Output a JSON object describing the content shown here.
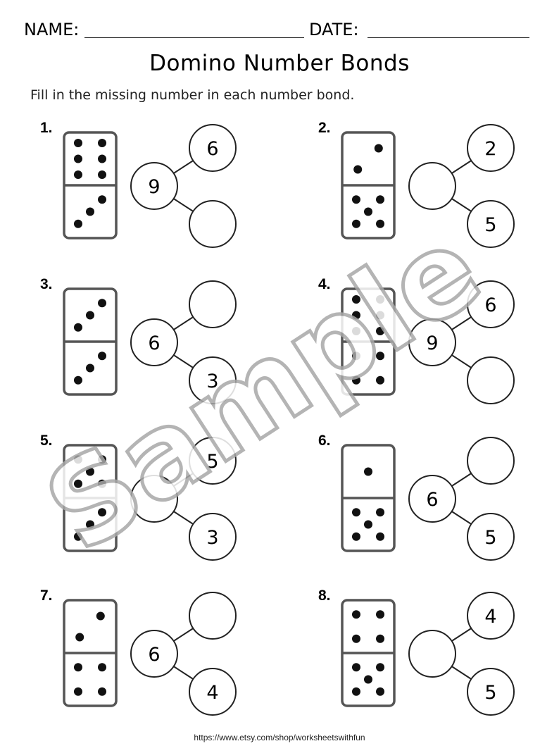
{
  "header": {
    "name_label": "NAME:",
    "date_label": "DATE:"
  },
  "title": "Domino Number Bonds",
  "instructions": "Fill in the missing number in each number bond.",
  "problems": [
    {
      "number": "1.",
      "domino_top": 6,
      "domino_bottom": 3,
      "whole": "9",
      "part_top": "6",
      "part_bottom": ""
    },
    {
      "number": "2.",
      "domino_top": 2,
      "domino_bottom": 5,
      "whole": "",
      "part_top": "2",
      "part_bottom": "5"
    },
    {
      "number": "3.",
      "domino_top": 3,
      "domino_bottom": 3,
      "whole": "6",
      "part_top": "",
      "part_bottom": "3"
    },
    {
      "number": "4.",
      "domino_top": 6,
      "domino_bottom": 4,
      "whole": "9",
      "part_top": "6",
      "part_bottom": ""
    },
    {
      "number": "5.",
      "domino_top": 5,
      "domino_bottom": 3,
      "whole": "",
      "part_top": "5",
      "part_bottom": "3"
    },
    {
      "number": "6.",
      "domino_top": 1,
      "domino_bottom": 5,
      "whole": "6",
      "part_top": "",
      "part_bottom": "5"
    },
    {
      "number": "7.",
      "domino_top": 2,
      "domino_bottom": 4,
      "whole": "6",
      "part_top": "",
      "part_bottom": "4"
    },
    {
      "number": "8.",
      "domino_top": 4,
      "domino_bottom": 5,
      "whole": "",
      "part_top": "4",
      "part_bottom": "5"
    }
  ],
  "watermark": "Sample",
  "footer": "https://www.etsy.com/shop/worksheetswithfun"
}
